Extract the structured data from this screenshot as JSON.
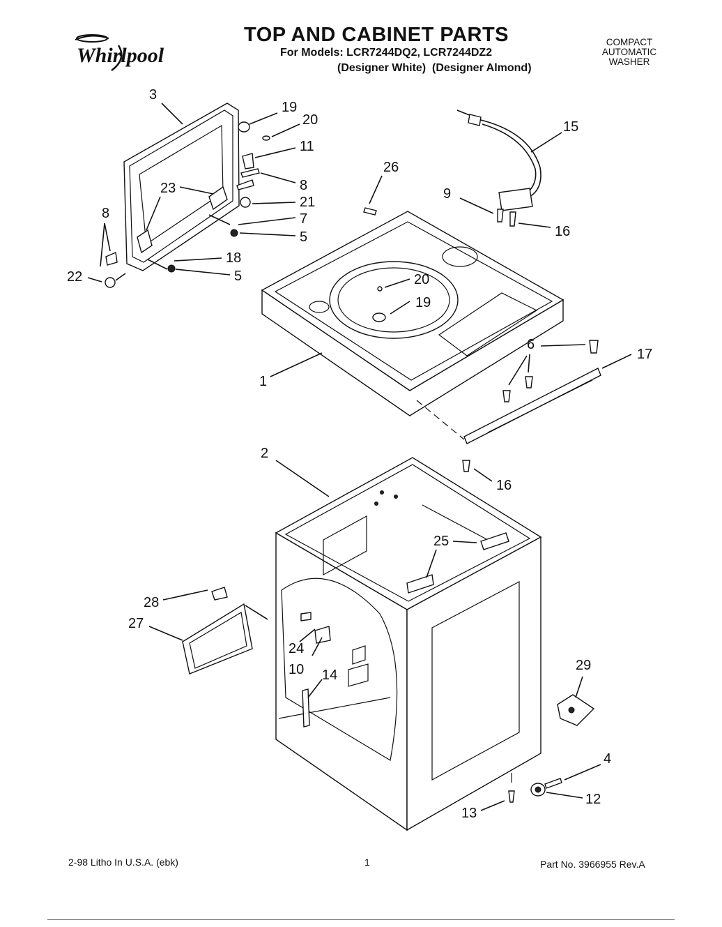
{
  "header": {
    "brand": "Whirlpool",
    "title": "TOP AND CABINET PARTS",
    "models_line": "For Models: LCR7244DQ2, LCR7244DZ2",
    "variants_line": "(Designer White)  (Designer Almond)",
    "product_lines": [
      "COMPACT",
      "AUTOMATIC",
      "WASHER"
    ]
  },
  "callouts": [
    "3",
    "19",
    "20",
    "11",
    "8",
    "23",
    "21",
    "7",
    "5",
    "8",
    "18",
    "5",
    "22",
    "26",
    "15",
    "9",
    "16",
    "20",
    "19",
    "1",
    "6",
    "17",
    "2",
    "16",
    "25",
    "28",
    "27",
    "24",
    "10",
    "14",
    "29",
    "4",
    "12",
    "13"
  ],
  "footer": {
    "printing": "2-98 Litho In U.S.A. (ebk)",
    "page": "1",
    "part_no": "Part No. 3966955 Rev.A"
  }
}
